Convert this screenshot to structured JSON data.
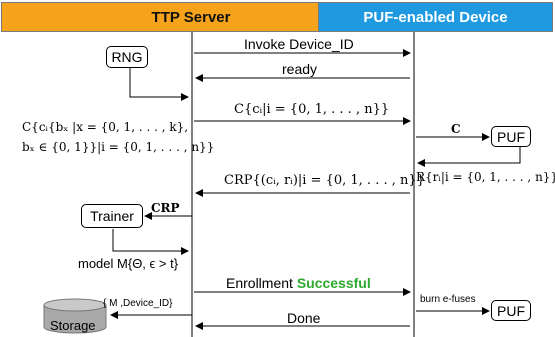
{
  "entities": {
    "ttp_server": "TTP Server",
    "puf_device": "PUF-enabled Device"
  },
  "nodes": {
    "rng": "RNG",
    "puf_top": "PUF",
    "trainer": "Trainer",
    "storage": "Storage",
    "puf_bottom": "PUF"
  },
  "messages": {
    "invoke": "Invoke Device_ID",
    "ready": "ready",
    "challenges": "C{cᵢ|i = {0, 1, . . . , n}}",
    "c_to_puf": "C",
    "responses_from_puf": "R{rᵢ|i = {0, 1, . . . , n}}",
    "crp": "CRP{(cᵢ, rᵢ)|i = {0, 1, . . . , n}}",
    "crp_to_trainer": "CRP",
    "model": "model M{Θ, ϵ > t}",
    "enrollment_prefix": "Enrollment ",
    "enrollment_status": "Successful",
    "burn": "burn e-fuses",
    "store": "{ M ,Device_ID}",
    "done": "Done"
  },
  "annotations": {
    "challenge_def_line1": "C{cᵢ{bₓ |x = {0, 1, . . . , k},",
    "challenge_def_line2": "bₓ ∈ {0, 1}}|i = {0, 1, . . . , n}}"
  }
}
